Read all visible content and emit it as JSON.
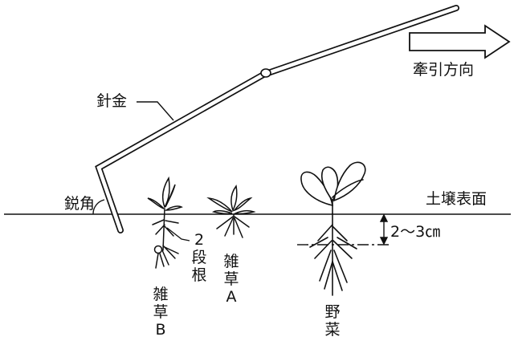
{
  "labels": {
    "wire": "針金",
    "acute_angle": "鋭角",
    "pull_direction": "牽引方向",
    "soil_surface": "土壌表面",
    "depth": "2～3㎝",
    "two_stage_root": [
      "2",
      "段",
      "根"
    ],
    "weed_a": [
      "雑",
      "草",
      "A"
    ],
    "weed_b": [
      "雑",
      "草",
      "B"
    ],
    "vegetable": [
      "野",
      "菜"
    ]
  },
  "colors": {
    "line": "#111111",
    "background": "#ffffff"
  },
  "icons": {
    "pull_arrow": "right-arrow-outline-icon"
  }
}
